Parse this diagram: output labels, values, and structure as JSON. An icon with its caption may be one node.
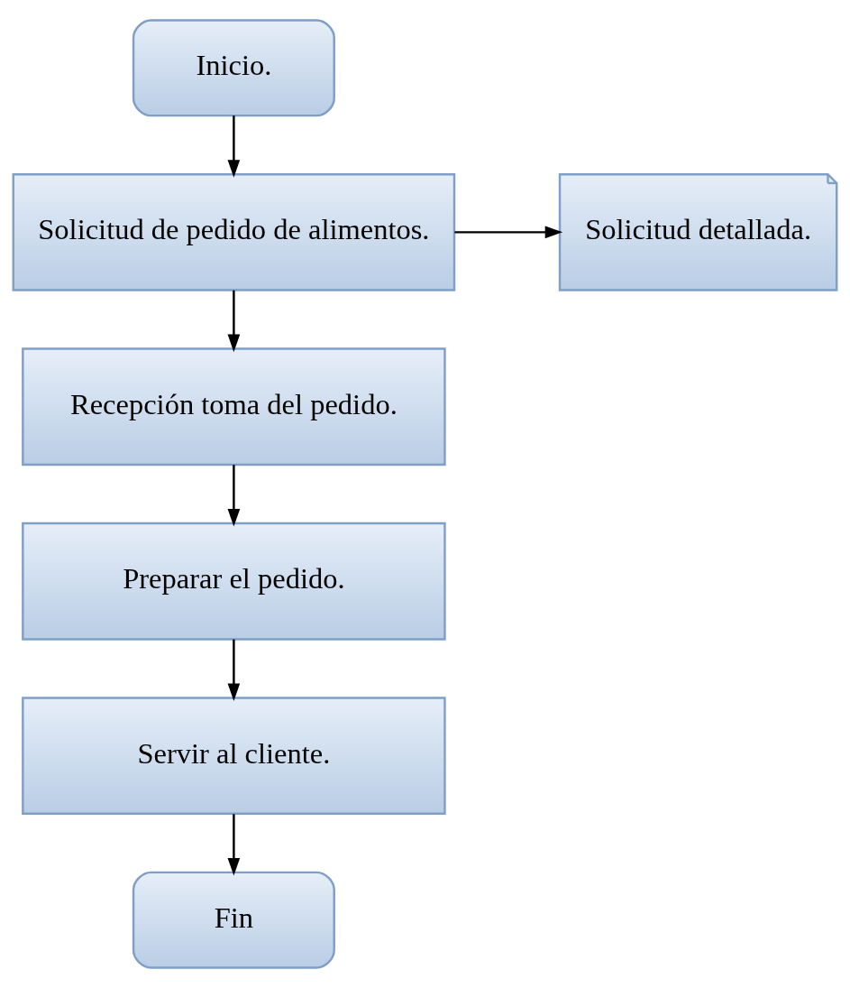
{
  "diagram": {
    "nodes": [
      {
        "text": [
          "Inicio."
        ]
      },
      {
        "text": [
          "Solicitud de pedido de alimentos."
        ]
      },
      {
        "text": [
          "Solicitud detallada."
        ]
      },
      {
        "text": [
          "Recepción toma del pedido."
        ]
      },
      {
        "text": [
          "Preparar el pedido."
        ]
      },
      {
        "text": [
          "Servir al cliente."
        ]
      },
      {
        "text": [
          "Fin"
        ]
      }
    ],
    "edges": [
      {
        "from": 0,
        "to": 1,
        "arrow": "to"
      },
      {
        "from": 1,
        "to": 2,
        "arrow": "to"
      },
      {
        "from": 1,
        "to": 3,
        "arrow": "to"
      },
      {
        "from": 3,
        "to": 4,
        "arrow": "to"
      },
      {
        "from": 4,
        "to": 5,
        "arrow": "to"
      },
      {
        "from": 5,
        "to": 6,
        "arrow": "to"
      }
    ]
  }
}
